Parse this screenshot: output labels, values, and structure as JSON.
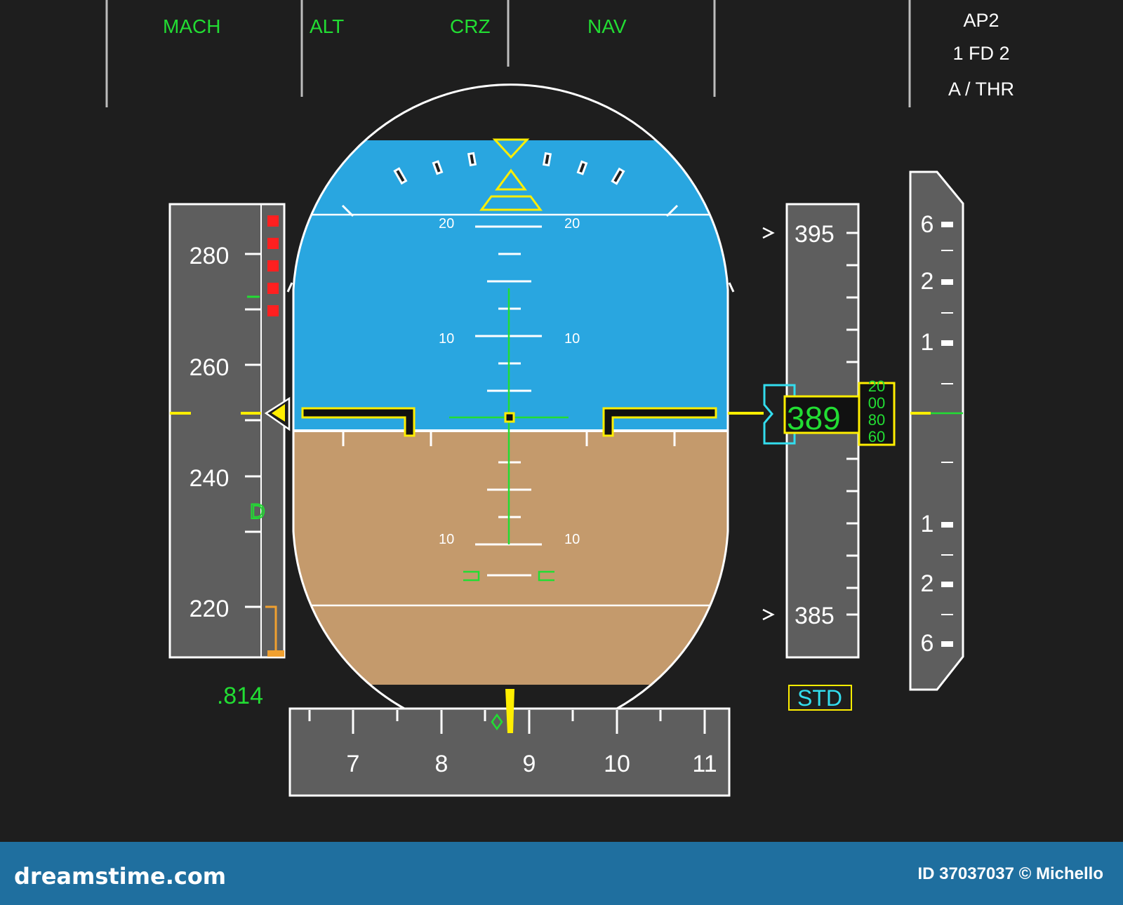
{
  "fma": {
    "col1": "MACH",
    "col2a": "ALT",
    "col2b": "CRZ",
    "col3": "NAV",
    "ap": "AP2",
    "fd": "1 FD 2",
    "athr": "A / THR"
  },
  "speed_tape": {
    "labels": [
      "280",
      "260",
      "240",
      "220"
    ],
    "mach": ".814"
  },
  "attitude": {
    "pitch_labels": [
      "20",
      "20",
      "10",
      "10",
      "10",
      "10"
    ]
  },
  "altitude_tape": {
    "top_label": "395",
    "bottom_label": "385",
    "readout_main": "389",
    "readout_drum": [
      "20",
      "00",
      "80",
      "60"
    ],
    "baro": "STD"
  },
  "vsi": {
    "labels": [
      "6",
      "2",
      "1",
      "1",
      "2",
      "6"
    ]
  },
  "heading": {
    "labels": [
      "7",
      "8",
      "9",
      "10",
      "11"
    ]
  },
  "banner": {
    "site": "dreamstime.com",
    "id": "ID 37037037 © Michello"
  },
  "colors": {
    "sky": "#29a6e0",
    "ground": "#c49a6c",
    "tape": "#5e5e5e",
    "fma_green": "#22dd33",
    "symbol_yellow": "#ffee00",
    "cyan": "#33ddee"
  }
}
